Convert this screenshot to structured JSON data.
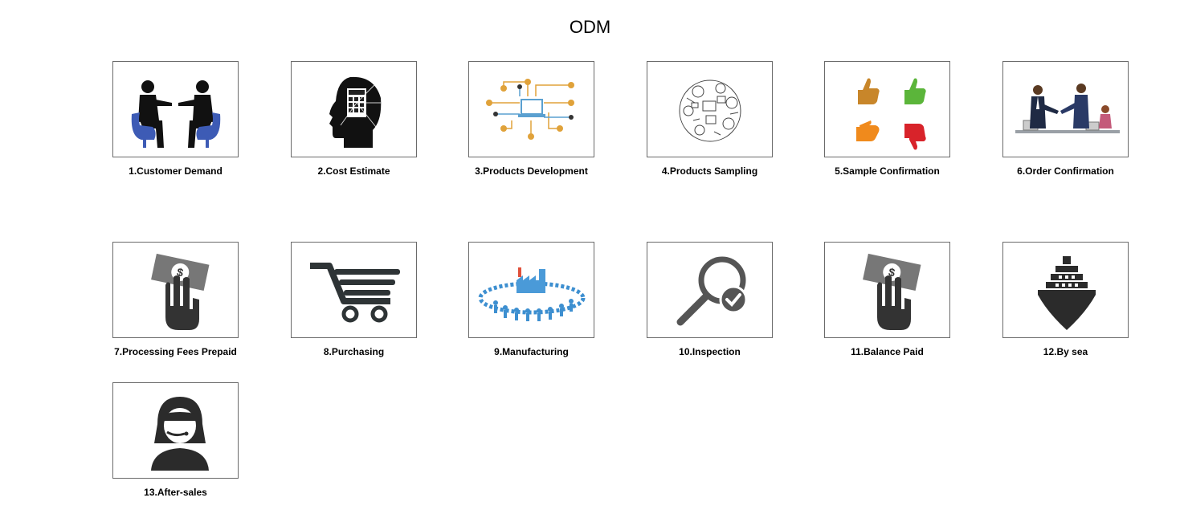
{
  "page": {
    "title": "ODM"
  },
  "steps": [
    {
      "label": "1.Customer Demand",
      "icon": "meeting-silhouette-icon"
    },
    {
      "label": "2.Cost Estimate",
      "icon": "head-calculator-icon"
    },
    {
      "label": "3.Products Development",
      "icon": "network-diagram-icon"
    },
    {
      "label": "4.Products Sampling",
      "icon": "doodle-circle-icon"
    },
    {
      "label": "5.Sample Confirmation",
      "icon": "thumbs-icon"
    },
    {
      "label": "6.Order Confirmation",
      "icon": "handshake-icon"
    },
    {
      "label": "7.Processing Fees Prepaid",
      "icon": "hand-money-icon"
    },
    {
      "label": "8.Purchasing",
      "icon": "shopping-cart-icon"
    },
    {
      "label": "9.Manufacturing",
      "icon": "factory-people-icon"
    },
    {
      "label": "10.Inspection",
      "icon": "magnifier-check-icon"
    },
    {
      "label": "11.Balance Paid",
      "icon": "hand-money-icon"
    },
    {
      "label": "12.By sea",
      "icon": "ship-icon"
    },
    {
      "label": "13.After-sales",
      "icon": "support-agent-icon"
    }
  ],
  "colors": {
    "frame_border": "#6a6a6a",
    "chair_blue": "#3d5bb5",
    "thumb_brown": "#c8862a",
    "thumb_green": "#5bb53a",
    "thumb_orange": "#f08a1c",
    "thumb_red": "#d8232a",
    "people_blue": "#3d8fd0",
    "icon_dark": "#333333"
  }
}
